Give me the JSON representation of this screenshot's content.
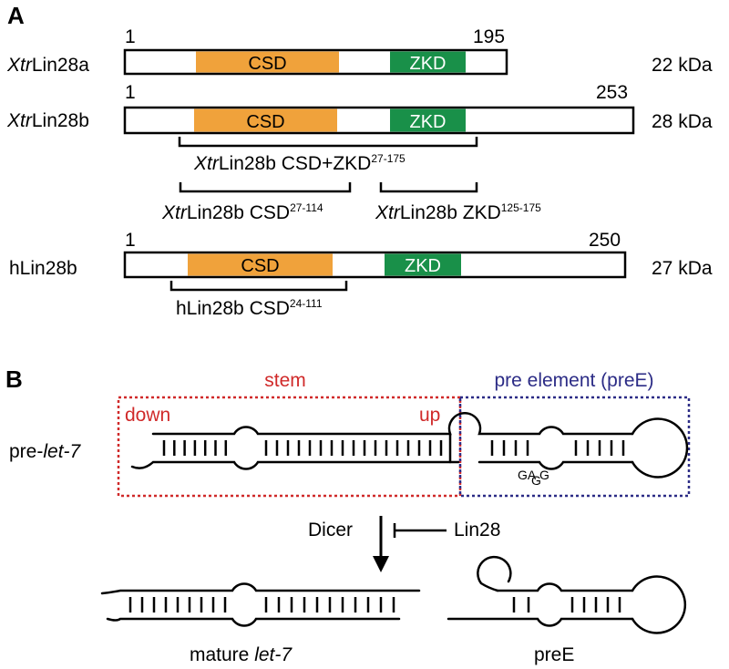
{
  "colors": {
    "csd": "#F0A23B",
    "zkd": "#199049",
    "stem": "#D02A2A",
    "preE": "#2C2C86"
  },
  "panel_a": {
    "label": "A",
    "proteins": [
      {
        "id": "a",
        "name_italic": "Xtr",
        "name_rest": "Lin28a",
        "start": "1",
        "end": "195",
        "mass": "22 kDa",
        "csd": "CSD",
        "zkd": "ZKD"
      },
      {
        "id": "b",
        "name_italic": "Xtr",
        "name_rest": "Lin28b",
        "start": "1",
        "end": "253",
        "mass": "28 kDa",
        "csd": "CSD",
        "zkd": "ZKD"
      },
      {
        "id": "h",
        "name_italic": "",
        "name_rest": "hLin28b",
        "start": "1",
        "end": "250",
        "mass": "27 kDa",
        "csd": "CSD",
        "zkd": "ZKD"
      }
    ],
    "constructs": [
      {
        "id": "csdzkd",
        "italic": "Xtr",
        "text": "Lin28b CSD+ZKD",
        "sup": "27-175"
      },
      {
        "id": "csd",
        "italic": "Xtr",
        "text": "Lin28b CSD",
        "sup": "27-114"
      },
      {
        "id": "zkd",
        "italic": "Xtr",
        "text": "Lin28b ZKD",
        "sup": "125-175"
      },
      {
        "id": "hcsd",
        "italic": "",
        "text": "hLin28b CSD",
        "sup": "24-111"
      }
    ]
  },
  "panel_b": {
    "label": "B",
    "stem_label": "stem",
    "down_label": "down",
    "up_label": "up",
    "pree_box_label": "pre element (preE)",
    "pre_let7_prefix": "pre-",
    "pre_let7_italic": "let-7",
    "motif_left": "GA",
    "motif_right": "G",
    "motif_low": "G",
    "dicer": "Dicer",
    "lin28": "Lin28",
    "mature_prefix": "mature ",
    "mature_italic": "let-7",
    "pree_label": "preE"
  }
}
